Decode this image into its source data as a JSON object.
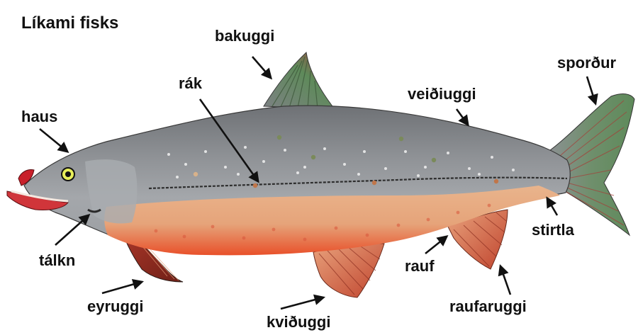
{
  "title": "Líkami fisks",
  "labels": {
    "bakuggi": "bakuggi",
    "rak": "rák",
    "veidiuggi": "veiðiuggi",
    "spordur": "sporður",
    "haus": "haus",
    "talkn": "tálkn",
    "eyruggi": "eyruggi",
    "kvidiuggi": "kviðuggi",
    "rauf": "rauf",
    "raufaruggi": "raufaruggi",
    "stirtla": "stirtla"
  },
  "colors": {
    "body_grey": "#8f9296",
    "back_dark": "#6f7276",
    "belly_salmon": "#e6a47a",
    "belly_red": "#e8502a",
    "fin_green": "#5e8a5a",
    "fin_red": "#c0442e",
    "lip_red": "#c8202a",
    "text": "#111111"
  }
}
